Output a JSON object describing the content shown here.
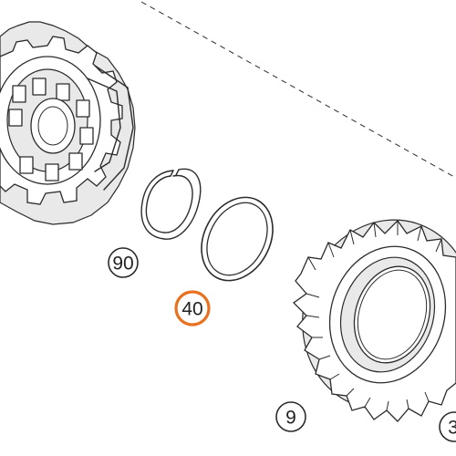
{
  "callouts": {
    "snap_ring": "90",
    "thrust_washer": "40",
    "gear": "9",
    "partial": "3"
  },
  "colors": {
    "highlight": "#e8701e",
    "ink": "#2b2b2b",
    "shading": "#e9e9e9"
  },
  "highlighted_callout": "40"
}
